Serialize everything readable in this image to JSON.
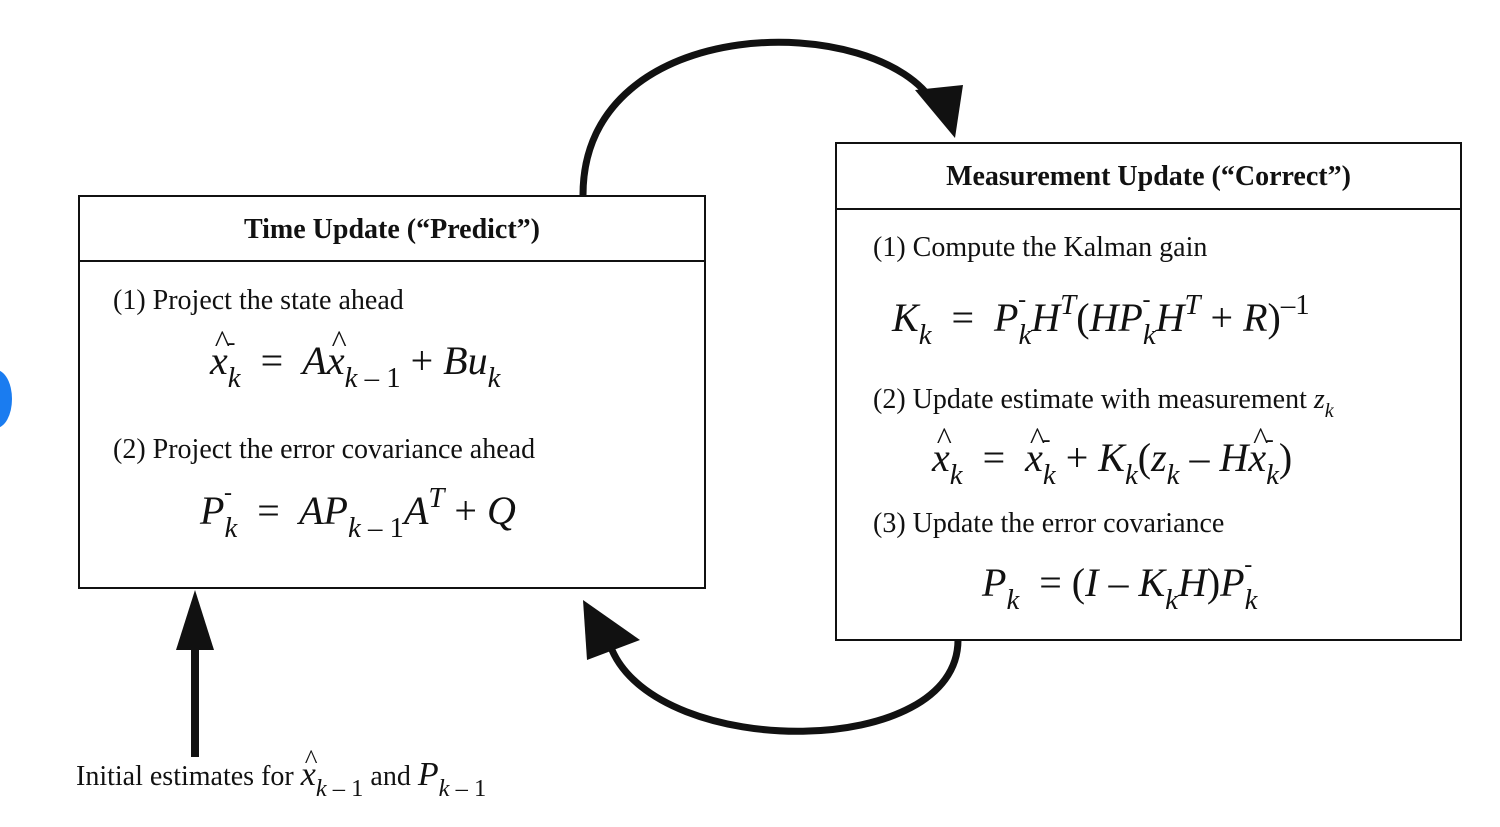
{
  "time_update": {
    "title": "Time Update (“Predict”)",
    "step1": "(1) Project the state ahead",
    "step2": "(2) Project the error covariance ahead"
  },
  "measurement_update": {
    "title": "Measurement Update (“Correct”)",
    "step1": "(1) Compute the Kalman gain",
    "step2": "(2) Update estimate with measurement",
    "step3": "(3) Update the error covariance"
  },
  "initial": {
    "prefix": "Initial estimates for",
    "and": "and"
  },
  "colors": {
    "line": "#111111",
    "accent_dot": "#1a7cf0"
  }
}
